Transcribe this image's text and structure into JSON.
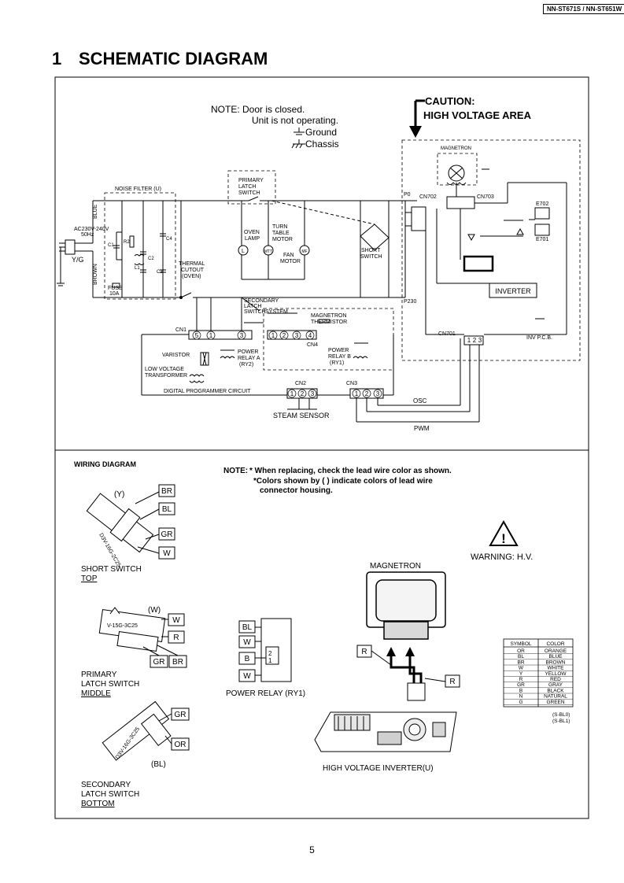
{
  "header": {
    "model": "NN-ST671S / NN-ST651W"
  },
  "section": {
    "number": "1",
    "title": "SCHEMATIC DIAGRAM"
  },
  "schematic": {
    "note_line1": "NOTE:  Door is closed.",
    "note_line2": "Unit is not operating.",
    "ground": "Ground",
    "chassis": "Chassis",
    "caution_line1": "CAUTION:",
    "caution_line2": "HIGH VOLTAGE AREA",
    "noise_filter": "NOISE FILTER (U)",
    "ac_input_1": "AC230V-240V",
    "ac_input_2": "50Hz",
    "blue": "BLUE",
    "brown": "BROWN",
    "yg": "Y/G",
    "fuse_1": "FUSE",
    "fuse_2": "10A",
    "c1": "C1",
    "r2": "R2",
    "l1": "L1",
    "c2": "C2",
    "c3": "C3",
    "c4": "C4",
    "primary_latch": [
      "PRIMARY",
      "LATCH",
      "SWITCH"
    ],
    "oven_lamp": [
      "OVEN",
      "LAMP"
    ],
    "turn_table": [
      "TURN",
      "TABLE",
      "MOTOR"
    ],
    "fan_motor": [
      "FAN",
      "MOTOR"
    ],
    "sym_l": "L",
    "sym_mtt": "MTT",
    "sym_mf": "MF",
    "short_switch": [
      "SHORT",
      "SWITCH"
    ],
    "thermal_cutout": [
      "THERMAL",
      "CUTOUT",
      "(OVEN)"
    ],
    "secondary_latch": [
      "SECONDARY",
      "LATCH",
      "SWITCH"
    ],
    "system": "SYSTEM",
    "magnetron_thermistor": [
      "MAGNETRON",
      "THERMISTOR"
    ],
    "cn1": "CN1",
    "cn2": "CN2",
    "cn3": "CN3",
    "cn4": "CN4",
    "varistor": "VARISTOR",
    "power_relay_a": [
      "POWER",
      "RELAY A",
      "(RY2)"
    ],
    "power_relay_b": [
      "POWER",
      "RELAY B",
      "(RY1)"
    ],
    "lv_transformer": [
      "LOW VOLTAGE",
      "TRANSFORMER"
    ],
    "digital_programmer": "DIGITAL PROGRAMMER CIRCUIT",
    "steam_sensor": "STEAM SENSOR",
    "osc": "OSC",
    "pwm": "PWM",
    "magnetron": "MAGNETRON",
    "p0": "P0",
    "p230": "P230",
    "cn702": "CN702",
    "cn703": "CN703",
    "cn701": "CN701",
    "e702": "E702",
    "e701": "E701",
    "inverter": "INVERTER",
    "inv_pcb": "INV P.C.B.",
    "pins": [
      "1",
      "2",
      "3",
      "4",
      "5"
    ]
  },
  "wiring": {
    "title": "WIRING DIAGRAM",
    "note_label": "NOTE:",
    "note_line1": "* When replacing, check the lead wire color as shown.",
    "note_line2": "*Colors shown by ( ) indicate colors of lead wire",
    "note_line3": "connector housing.",
    "short_switch_label": "SHORT SWITCH",
    "short_switch_pos": "TOP",
    "short_switch_part": "D3V-16G-2C25",
    "primary_label_1": "PRIMARY",
    "primary_label_2": "LATCH SWITCH",
    "primary_pos": "MIDDLE",
    "primary_part": "V-15G-3C25",
    "secondary_label_1": "SECONDARY",
    "secondary_label_2": "LATCH SWITCH",
    "secondary_pos": "BOTTOM",
    "secondary_part": "D3V-16G-3C25",
    "housing_y": "(Y)",
    "housing_w": "(W)",
    "housing_bl": "(BL)",
    "br": "BR",
    "bl": "BL",
    "gr": "GR",
    "w": "W",
    "r": "R",
    "b": "B",
    "or": "OR",
    "relay_pin_2": "2",
    "relay_pin_1": "1",
    "power_relay": "POWER RELAY (RY1)",
    "warning_symbol": "!",
    "warning": "WARNING: H.V.",
    "magnetron": "MAGNETRON",
    "hv_inverter": "HIGH VOLTAGE INVERTER(U)",
    "sbl0": "(S-BL0)",
    "sbl1": "(S-BL1)",
    "color_table": {
      "headers": [
        "SYMBOL",
        "COLOR"
      ],
      "rows": [
        [
          "OR",
          "ORANGE"
        ],
        [
          "BL",
          "BLUE"
        ],
        [
          "BR",
          "BROWN"
        ],
        [
          "W",
          "WHITE"
        ],
        [
          "Y",
          "YELLOW"
        ],
        [
          "R",
          "RED"
        ],
        [
          "GR",
          "GRAY"
        ],
        [
          "B",
          "BLACK"
        ],
        [
          "N",
          "NATURAL"
        ],
        [
          "G",
          "GREEN"
        ]
      ]
    }
  },
  "footer": {
    "page": "5"
  }
}
